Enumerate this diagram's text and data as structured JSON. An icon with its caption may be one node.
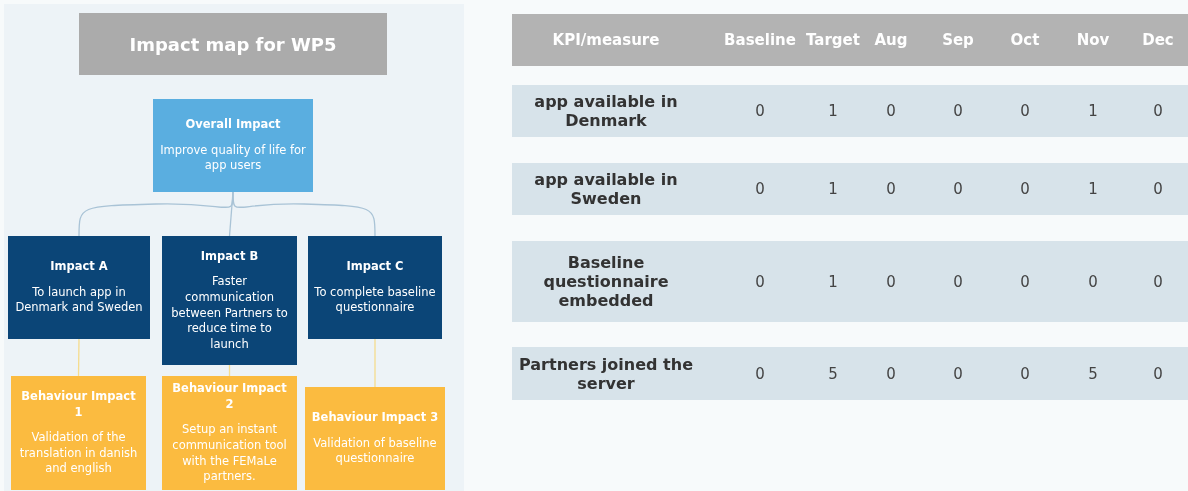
{
  "diagram": {
    "title": "Impact map for WP5",
    "nodes": [
      {
        "text": [
          "Overall Impact",
          "Improve quality of life for app users"
        ]
      },
      {
        "text": [
          "Impact A",
          "To launch app in Denmark and Sweden"
        ]
      },
      {
        "text": [
          "Impact B",
          "Faster communication between Partners to reduce time to launch"
        ]
      },
      {
        "text": [
          "Impact C",
          "To complete baseline questionnaire"
        ]
      },
      {
        "text": [
          "Behaviour Impact 1",
          "Validation of the translation in danish and english"
        ]
      },
      {
        "text": [
          "Behaviour Impact 2",
          "Setup an instant communication tool with the FEMaLe partners."
        ]
      },
      {
        "text": [
          "Behaviour Impact 3",
          "Validation of baseline questionnaire"
        ]
      }
    ],
    "edges": [
      {
        "from": 0,
        "to": 1,
        "arrow": "none"
      },
      {
        "from": 0,
        "to": 2,
        "arrow": "none"
      },
      {
        "from": 0,
        "to": 3,
        "arrow": "none"
      },
      {
        "from": 1,
        "to": 4,
        "arrow": "none",
        "color": "#f5dc8e"
      },
      {
        "from": 2,
        "to": 5,
        "arrow": "none",
        "color": "#f5dc8e"
      },
      {
        "from": 3,
        "to": 6,
        "arrow": "none",
        "color": "#f5dc8e"
      }
    ],
    "labels": [
      "KPI/measure",
      "Baseline",
      "Target",
      "Aug",
      "Sep",
      "Oct",
      "Nov",
      "Dec",
      "app available in Denmark",
      "0",
      "1",
      "0",
      "0",
      "0",
      "1",
      "0",
      "app available in Sweden",
      "0",
      "1",
      "0",
      "0",
      "0",
      "1",
      "0",
      "Baseline questionnaire embedded",
      "0",
      "1",
      "0",
      "0",
      "0",
      "0",
      "0",
      "Partners joined the server",
      "0",
      "5",
      "0",
      "0",
      "0",
      "5",
      "0"
    ]
  }
}
